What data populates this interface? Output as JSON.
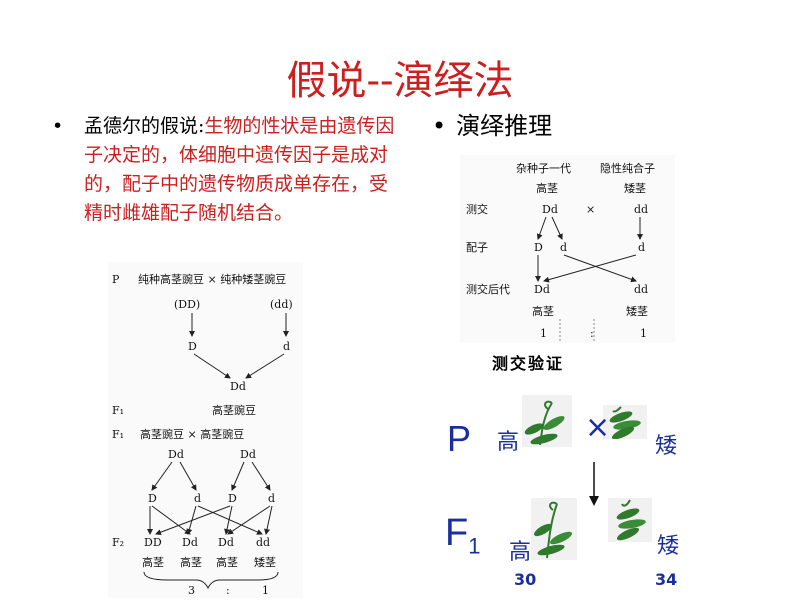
{
  "title": "假说--演绎法",
  "left_bullet": {
    "marker": "•",
    "lead": "孟德尔的假说:",
    "body": "生物的性状是由遗传因子决定的，体细胞中遗传因子是成对的，配子中的遗传物质成单存在，受精时雌雄配子随机结合。"
  },
  "right_bullet": {
    "marker": "•",
    "label": "演绎推理"
  },
  "cross_diagram": {
    "p_label": "P",
    "p_text": "纯种高茎豌豆 × 纯种矮茎豌豆",
    "genotype_left": "(DD)",
    "genotype_right": "(dd)",
    "gamete_left": "D",
    "gamete_right": "d",
    "f1_genotype": "Dd",
    "f1_label": "F₁",
    "f1_text": "高茎豌豆",
    "f1_self_label": "F₁",
    "f1_self_text": "高茎豌豆 × 高茎豌豆",
    "parent_left": "Dd",
    "parent_right": "Dd",
    "gametes": [
      "D",
      "d",
      "D",
      "d"
    ],
    "f2_label": "F₂",
    "f2_genotypes": [
      "DD",
      "Dd",
      "Dd",
      "dd"
    ],
    "f2_phenotypes": [
      "高茎",
      "高茎",
      "高茎",
      "矮茎"
    ],
    "ratio_left": "3",
    "ratio_sep": ":",
    "ratio_right": "1"
  },
  "testcross_diagram": {
    "col1_header": "杂种子一代",
    "col2_header": "隐性纯合子",
    "col1_pheno": "高茎",
    "col2_pheno": "矮茎",
    "row_cross": "测交",
    "geno_left": "Dd",
    "times": "×",
    "geno_right": "dd",
    "row_gamete": "配子",
    "gam_D": "D",
    "gam_d1": "d",
    "gam_d2": "d",
    "row_offspring": "测交后代",
    "off_left": "Dd",
    "off_right": "dd",
    "off_left_pheno": "高茎",
    "off_right_pheno": "矮茎",
    "ratio_left": "1",
    "ratio_sep": ":",
    "ratio_right": "1"
  },
  "verification": {
    "heading": "测交验证",
    "p_label": "P",
    "tall": "高",
    "cross": "×",
    "short": "矮",
    "f1_label": "F",
    "f1_sub": "1",
    "f1_tall": "高",
    "f1_short": "矮",
    "count_tall": "30",
    "count_short": "34"
  },
  "colors": {
    "title_red": "#cc1f1f",
    "blue": "#1a2f9c",
    "leaf_green": "#2f7a2c"
  }
}
